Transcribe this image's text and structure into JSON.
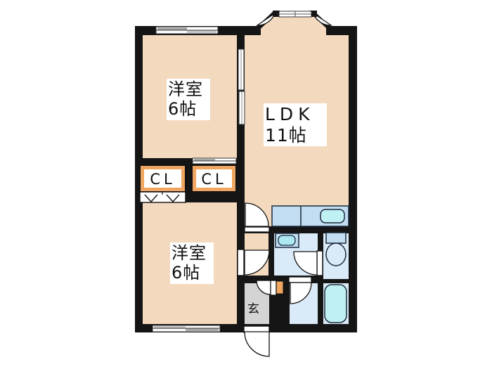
{
  "title": "apartment floor plan",
  "rooms": {
    "bedroom_top": {
      "name": "洋室",
      "size": "6帖"
    },
    "ldk": {
      "name": "LDK",
      "size": "11帖"
    },
    "bedroom_bottom": {
      "name": "洋室",
      "size": "6帖"
    },
    "closet_left": {
      "name": "CL"
    },
    "closet_right": {
      "name": "CL"
    },
    "entrance": {
      "name": "玄"
    }
  },
  "fixtures": [
    "kitchen-counter",
    "kitchen-sink",
    "vanity-sink",
    "toilet",
    "bathtub",
    "shoe-cabinet",
    "bay-window",
    "sliding-door",
    "folding-closet-door",
    "hinged-door"
  ],
  "colors": {
    "wall": "#151515",
    "room_beige": "#F3DABF",
    "closet_orange": "#F0A660",
    "genkan_gray": "#D4D4D4",
    "wet_floor": "#DAEAF8",
    "counter_blue": "#C3DEF3",
    "sink_cyan": "#ABE8F0",
    "tub_cyan": "#BFF0F4",
    "door_white": "#FFFFFF"
  }
}
